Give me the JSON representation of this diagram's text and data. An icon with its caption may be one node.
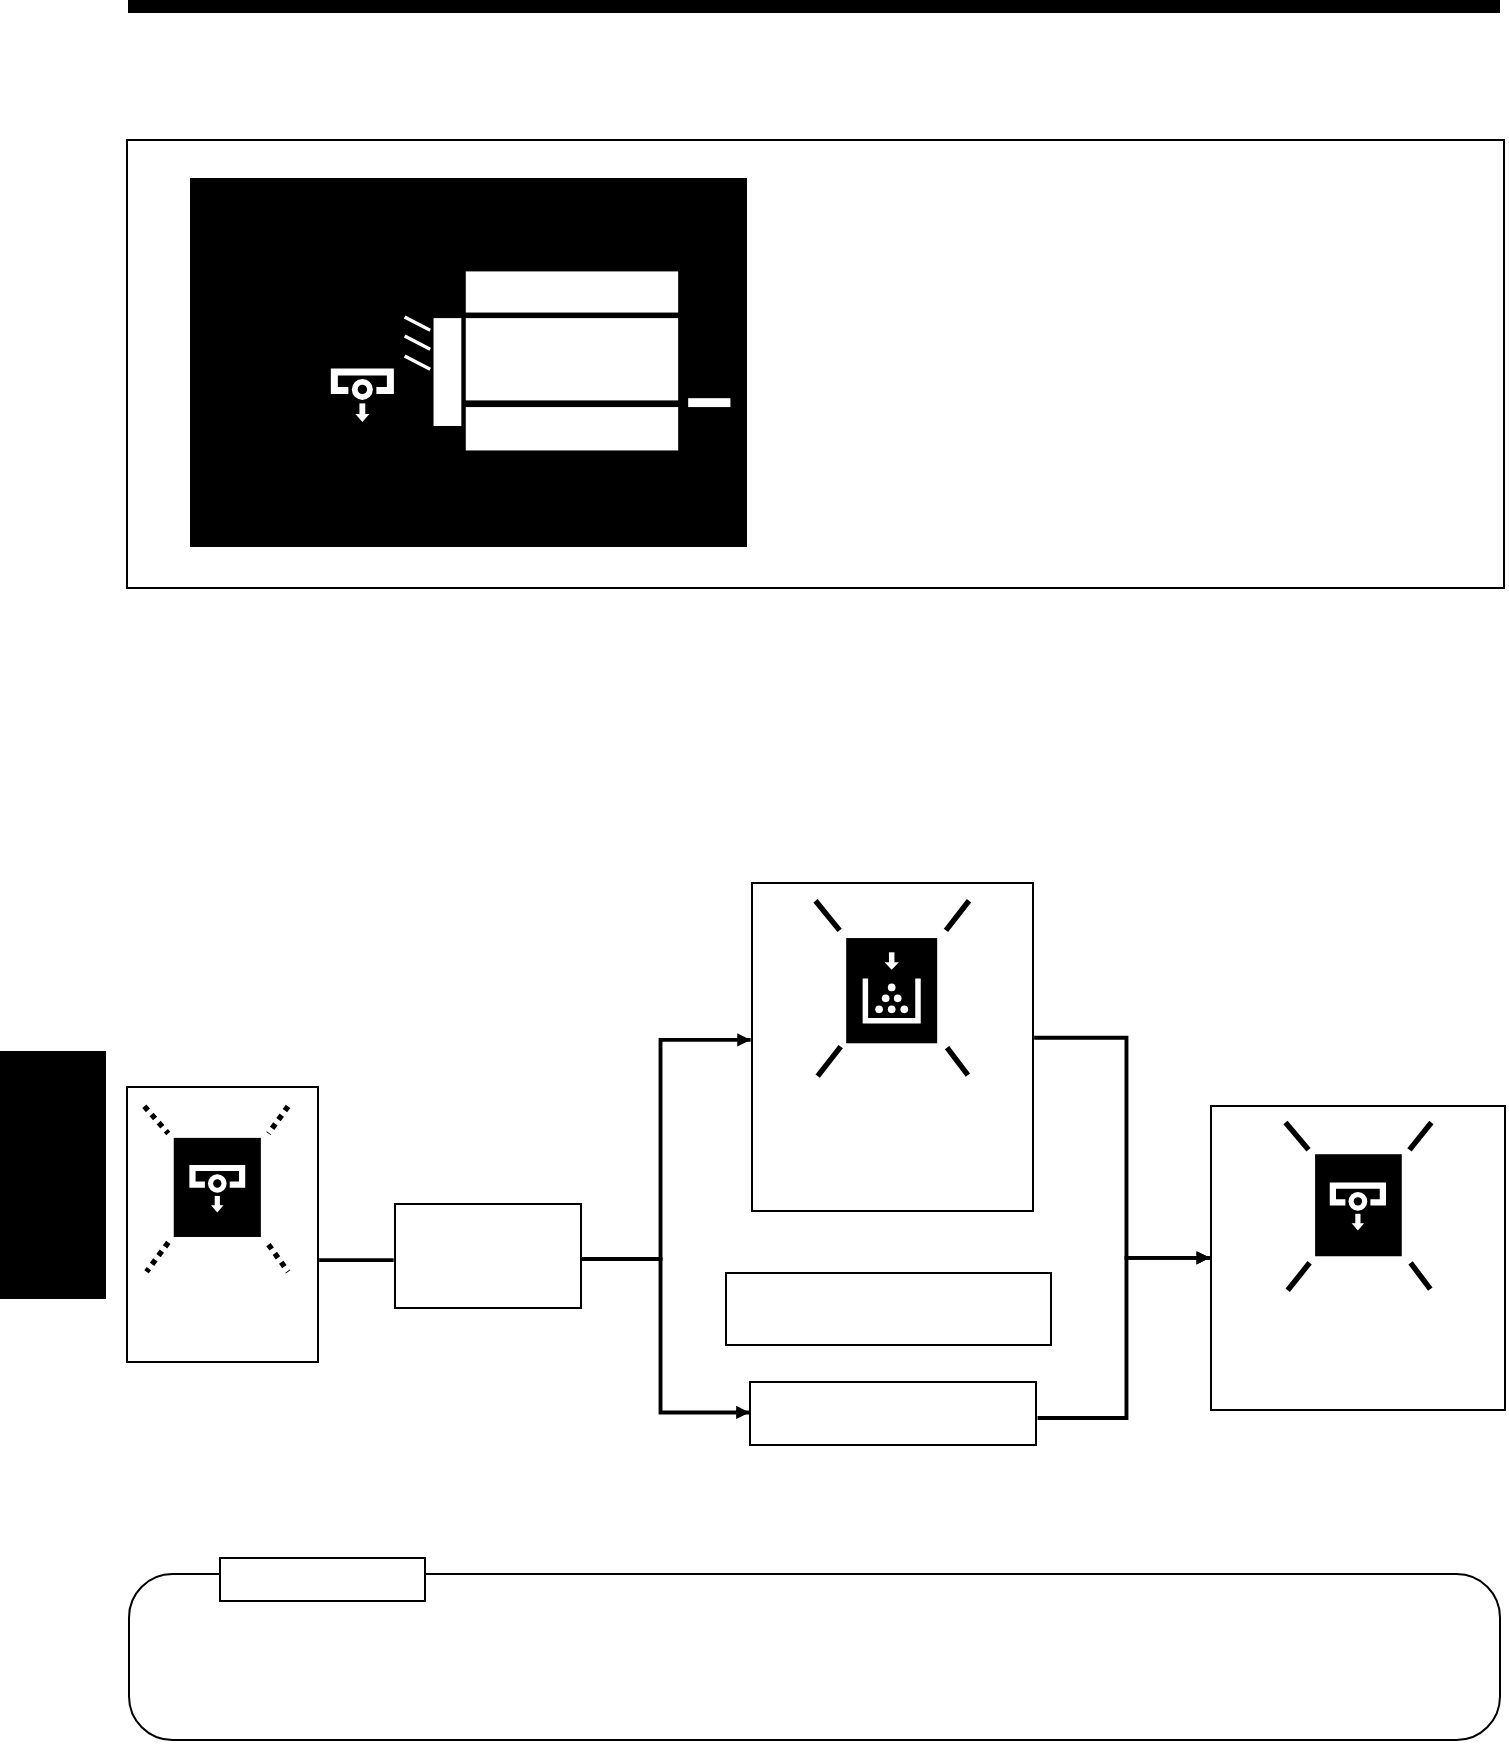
{
  "diagram": {
    "nodes": [
      {
        "text": [],
        "shape": "box"
      },
      {
        "text": [],
        "shape": "picture",
        "in": 0
      },
      {
        "text": [],
        "shape": "box"
      },
      {
        "text": [],
        "shape": "box"
      },
      {
        "text": [],
        "shape": "box"
      },
      {
        "text": [],
        "shape": "box"
      },
      {
        "text": [],
        "shape": "box"
      },
      {
        "text": [],
        "shape": "box"
      },
      {
        "text": [],
        "shape": "box"
      },
      {
        "text": [],
        "shape": "box"
      },
      {
        "text": [],
        "shape": "bar"
      }
    ],
    "edges": [
      {
        "from": 2,
        "to": 3,
        "arrow": "none"
      },
      {
        "from": 3,
        "to": 4,
        "arrow": "to"
      },
      {
        "from": 3,
        "to": 6,
        "arrow": "to"
      },
      {
        "from": 4,
        "to": 7,
        "arrow": "to"
      },
      {
        "from": 6,
        "to": 7,
        "arrow": "to"
      }
    ]
  }
}
